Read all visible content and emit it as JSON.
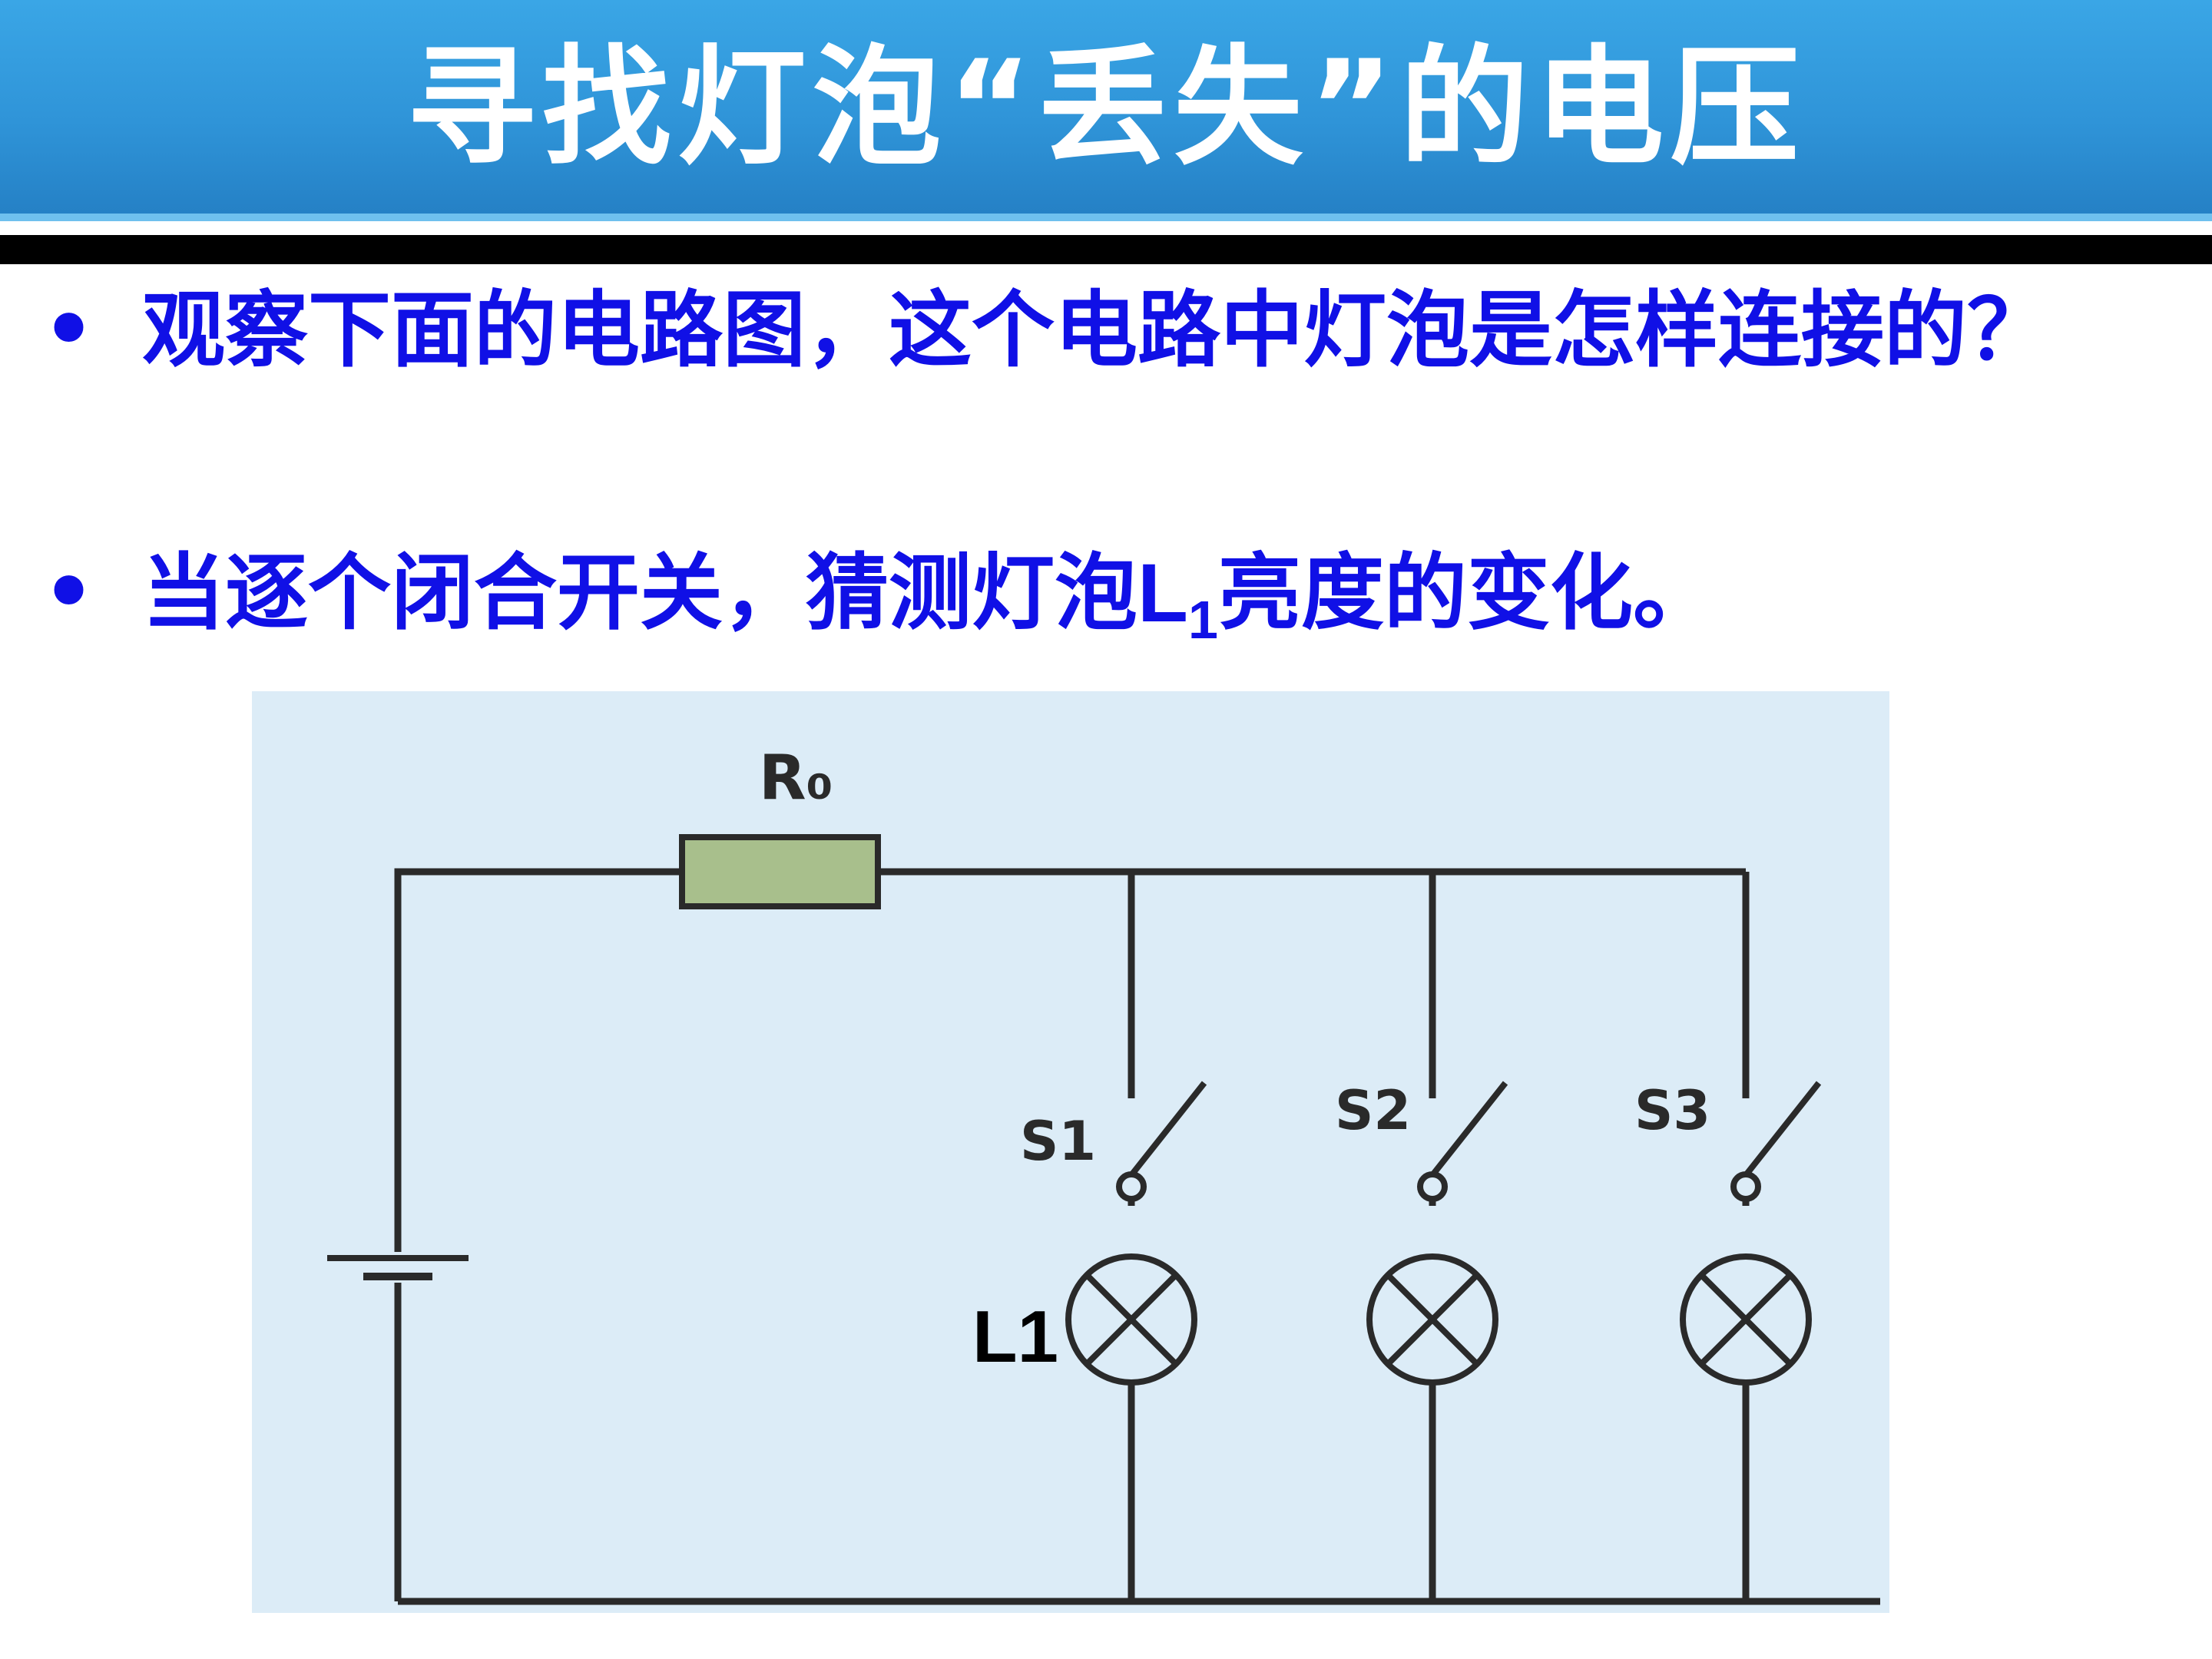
{
  "title": "寻找灯泡“丢失”的电压",
  "bullets": [
    {
      "marker": "•",
      "text": "观察下面的电路图，这个电路中灯泡是怎样连接的？"
    },
    {
      "marker": "•",
      "text_before": "当逐个闭合开关，猜测灯泡",
      "lamp_letter": "L",
      "lamp_sub": "1",
      "text_after": "亮度的变化。"
    }
  ],
  "circuit": {
    "resistor_label": "R₀",
    "switch_labels": [
      "S1",
      "S2",
      "S3"
    ],
    "lamp_label": "L1"
  },
  "colors": {
    "title_bar": "#2f94d8",
    "title_text": "#ffffff",
    "bullet_text": "#1010e6",
    "diagram_bg": "#dcecf7",
    "wire": "#2a2a2a",
    "resistor_fill": "#a8bf8c"
  }
}
